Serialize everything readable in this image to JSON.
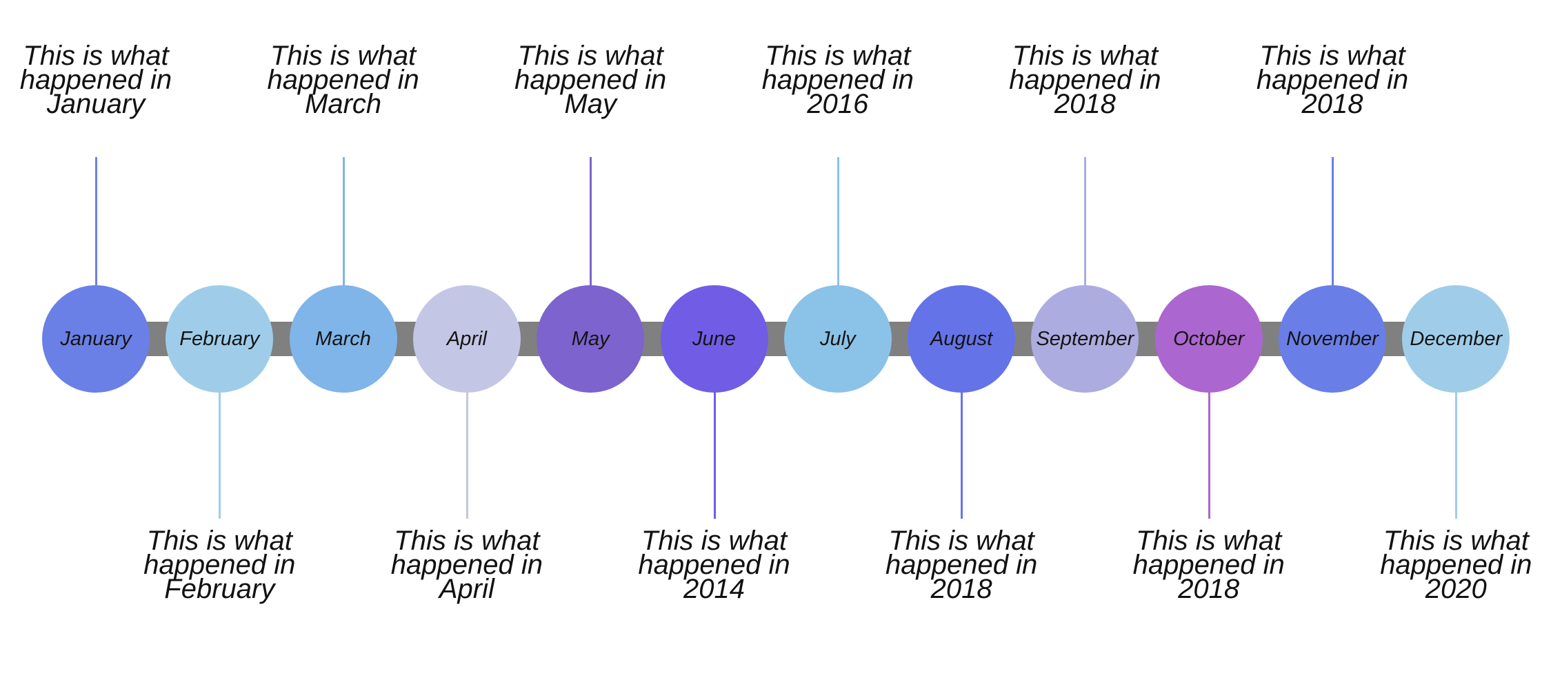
{
  "timeline": {
    "events": [
      {
        "month": "January",
        "caption": "This is what happened in January",
        "color": "#6a80e6",
        "stem_color": "#6a80e6",
        "side": "up"
      },
      {
        "month": "February",
        "caption": "This is what happened in February",
        "color": "#9fcde9",
        "stem_color": "#9fcde9",
        "side": "down"
      },
      {
        "month": "March",
        "caption": "This is what happened in March",
        "color": "#7fb5e8",
        "stem_color": "#7fb5e8",
        "side": "up"
      },
      {
        "month": "April",
        "caption": "This is what happened in April",
        "color": "#c3c6e4",
        "stem_color": "#c3c6e4",
        "side": "down"
      },
      {
        "month": "May",
        "caption": "This is what happened in May",
        "color": "#7c63cd",
        "stem_color": "#7c63cd",
        "side": "up"
      },
      {
        "month": "June",
        "caption": "This is what happened in 2014",
        "color": "#715ce5",
        "stem_color": "#715ce5",
        "side": "down"
      },
      {
        "month": "July",
        "caption": "This is what happened in 2016",
        "color": "#8bc2e8",
        "stem_color": "#8bc2e8",
        "side": "up"
      },
      {
        "month": "August",
        "caption": "This is what happened in 2018",
        "color": "#6573e8",
        "stem_color": "#6573e8",
        "side": "down"
      },
      {
        "month": "September",
        "caption": "This is what happened in 2018",
        "color": "#acace0",
        "stem_color": "#acace0",
        "side": "up"
      },
      {
        "month": "October",
        "caption": "This is what happened in 2018",
        "color": "#ac66cf",
        "stem_color": "#ac66cf",
        "side": "down"
      },
      {
        "month": "November",
        "caption": "This is what happened in 2018",
        "color": "#6a7ee7",
        "stem_color": "#6a7ee7",
        "side": "up"
      },
      {
        "month": "December",
        "caption": "This is what happened in 2020",
        "color": "#9fcde9",
        "stem_color": "#9fcde9",
        "side": "down"
      }
    ]
  }
}
